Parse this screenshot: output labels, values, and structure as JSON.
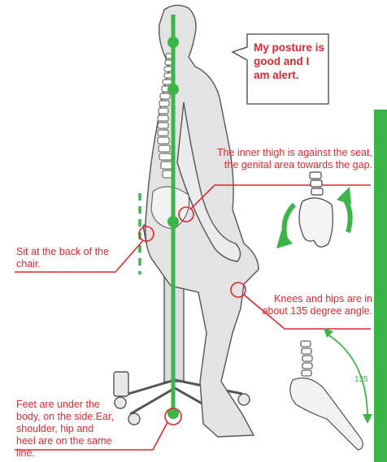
{
  "bubble": {
    "text": "My posture is good and I am alert."
  },
  "annotations": {
    "inner_thigh": "The inner thigh is against the seat, the genital area towards the gap.",
    "sit_back": "Sit at the back of the chair.",
    "knees_hips": "Knees and hips are in about 135 degree angle.",
    "feet": "Feet are under the body, on the side.Ear, shoulder, hip and heel are on the same line."
  },
  "angle_label": "135",
  "colors": {
    "accent_red": "#e0262d",
    "accent_green": "#3bb54a",
    "figure_fill": "#e3e3e3",
    "outline": "#555555"
  },
  "icons": [
    "pelvis-tilt-icon",
    "spine-angle-icon"
  ]
}
